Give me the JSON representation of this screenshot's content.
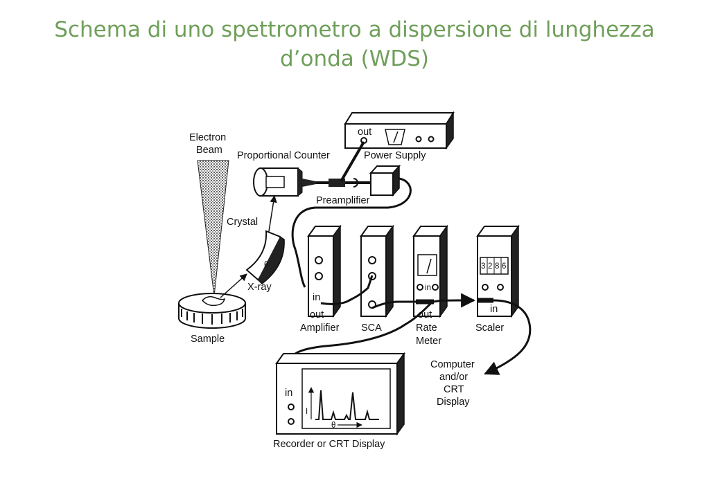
{
  "title": {
    "line1": "Schema di uno spettrometro a dispersione di lunghezza",
    "line2": "d’onda  (WDS)"
  },
  "diagram": {
    "labels": {
      "electron": "Electron",
      "beam": "Beam",
      "proportional_counter": "Proportional Counter",
      "power_supply": "Power Supply",
      "preamplifier": "Preamplifier",
      "crystal": "Crystal",
      "theta": "θ",
      "xray": "X-ray",
      "sample": "Sample",
      "amplifier": "Amplifier",
      "sca": "SCA",
      "rate": "Rate",
      "meter": "Meter",
      "scaler": "Scaler",
      "computer_1": "Computer",
      "computer_2": "and/or",
      "computer_3": "CRT",
      "computer_4": "Display",
      "recorder": "Recorder or CRT Display"
    },
    "ports": {
      "out": "out",
      "in": "in"
    },
    "scaler_digits": [
      "3",
      "2",
      "8",
      "6"
    ],
    "plot_axes": {
      "i": "I",
      "theta": "θ"
    }
  }
}
